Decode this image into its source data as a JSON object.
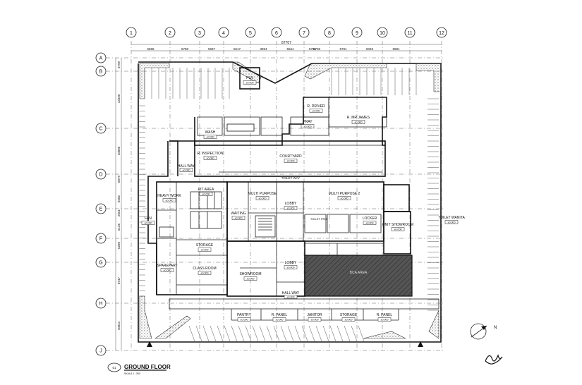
{
  "columns": [
    "1",
    "2",
    "3",
    "4",
    "5",
    "6",
    "7",
    "8",
    "9",
    "10",
    "11",
    "12"
  ],
  "rows": [
    "A",
    "B",
    "C",
    "D",
    "E",
    "F",
    "G",
    "H",
    "J"
  ],
  "dimensions": {
    "overall": "87707",
    "top": [
      "6558",
      "5788",
      "5687",
      "5617",
      "3894",
      "5664",
      "5738",
      "5781",
      "5048",
      "6881"
    ],
    "top_lower": [
      "5751"
    ],
    "left": [
      "3799",
      "13330",
      "10005",
      "6079",
      "8282",
      "2651",
      "5136",
      "5260",
      "8747",
      "10041"
    ]
  },
  "level_tag": "±0.000",
  "rooms": {
    "pln": "PLN",
    "r_driver": "R. DRIVER",
    "r_mr_james": "R. MR JAMES",
    "pray": "PRAY",
    "wash": "WASH",
    "r_inspection": "R. INSPECTION",
    "courtyard": "COURTYARD",
    "hall_way_left": "HALL WAY",
    "toilet_way": "TOILET WAY",
    "heavy_work": "HEAVY WORK",
    "pit_area": "PIT AREA",
    "multi_purpose": "MULTI PURPOSE",
    "lobby_top": "LOBBY",
    "multi_purpose_2": "MULTI PURPOSE 2",
    "fan": "FAN",
    "waiting": "WAITING",
    "toilet_pria": "TOILET PRIA",
    "locker": "LOCKER",
    "unit_showroom": "UNIT SHOWROOM",
    "toilet_wanita": "TOILET WANITA",
    "storage_mid": "STORAGE",
    "sparepart": "SPAREPART",
    "class_room": "CLASS ROOM",
    "lobby_bottom": "LOBBY",
    "showroom": "SHOWROOM",
    "bca_area": "BCA AREA",
    "hall_way_bottom": "HALL WAY",
    "pantry": "PANTRY",
    "r_panel_1": "R. PANEL",
    "janitor": "JANITOR",
    "storage_bottom": "STORAGE",
    "r_panel_2": "R. PANEL"
  },
  "title": {
    "name": "GROUND FLOOR",
    "scale": "SKALA 1 : 300",
    "tag": "01"
  },
  "compass_label": "N",
  "colors": {
    "line": "#222222",
    "hatch": "#4a4a4a"
  }
}
